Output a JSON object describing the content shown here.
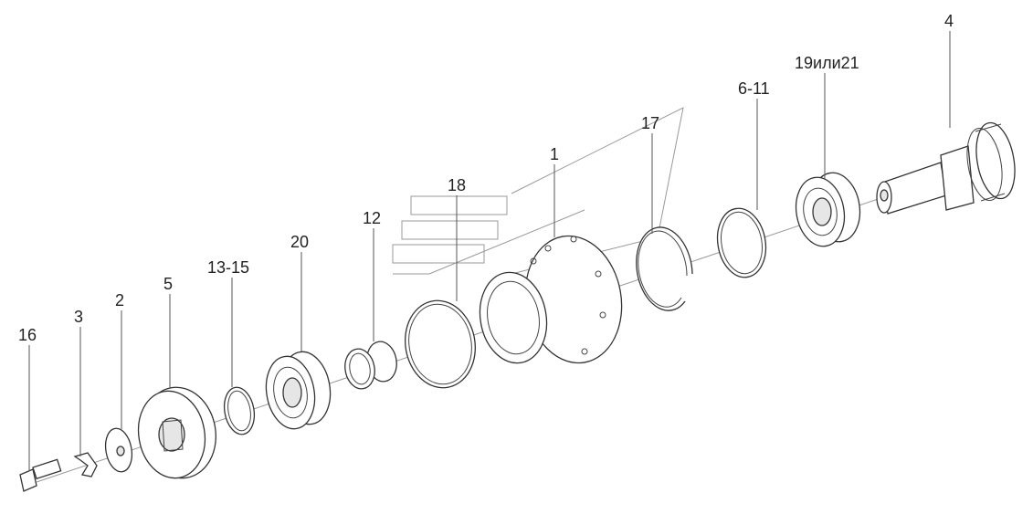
{
  "labels": [
    {
      "id": "16",
      "text": "16"
    },
    {
      "id": "3",
      "text": "3"
    },
    {
      "id": "2",
      "text": "2"
    },
    {
      "id": "5",
      "text": "5"
    },
    {
      "id": "13-15",
      "text": "13-15"
    },
    {
      "id": "20",
      "text": "20"
    },
    {
      "id": "12",
      "text": "12"
    },
    {
      "id": "18",
      "text": "18"
    },
    {
      "id": "1",
      "text": "1"
    },
    {
      "id": "17",
      "text": "17"
    },
    {
      "id": "6-11",
      "text": "6-11"
    },
    {
      "id": "19or21",
      "text": "19или21"
    },
    {
      "id": "4",
      "text": "4"
    }
  ]
}
